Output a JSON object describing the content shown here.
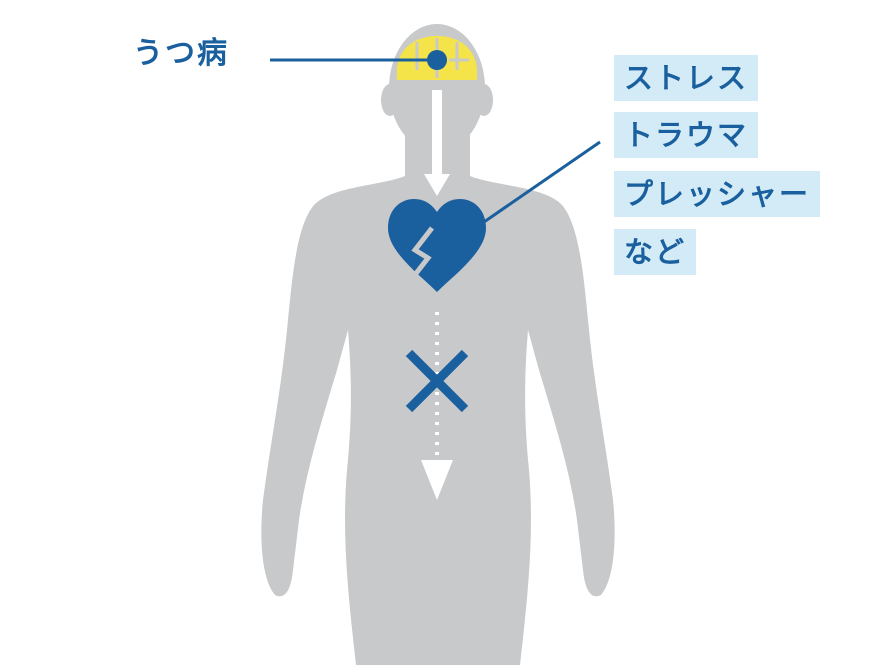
{
  "disease_label": "うつ病",
  "causes": [
    "ストレス",
    "トラウマ",
    "プレッシャー",
    "など"
  ],
  "colors": {
    "body": "#c8c9cb",
    "accent": "#1a5f9e",
    "brain": "#f4e44a",
    "label_bg": "#d3ebf6"
  }
}
